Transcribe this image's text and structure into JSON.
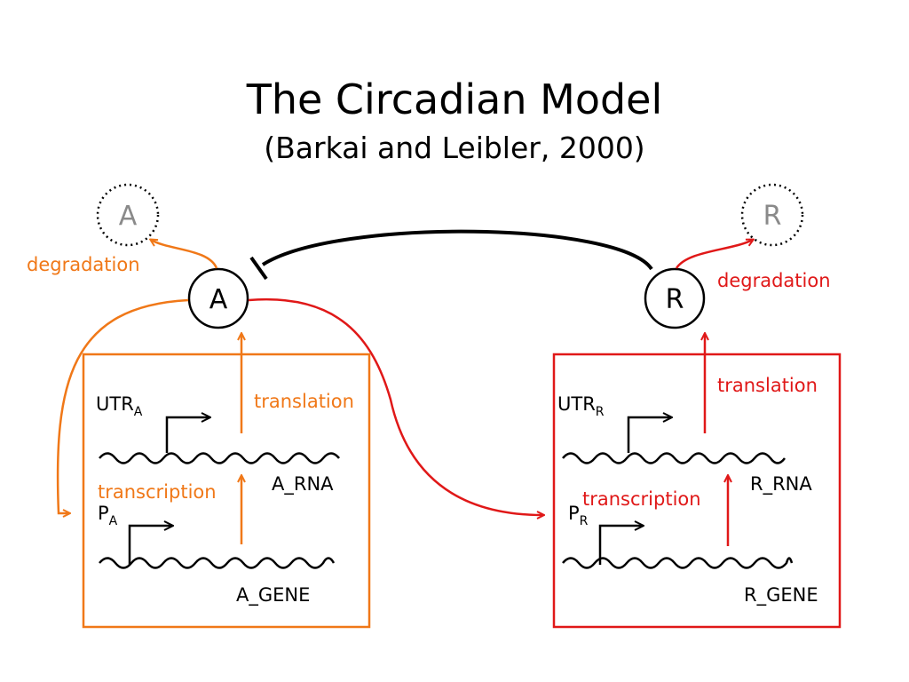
{
  "title": "The Circadian Model",
  "subtitle": "(Barkai and Leibler, 2000)",
  "colors": {
    "activator": "#f07818",
    "repressor": "#e01818",
    "ink": "#000000",
    "ghost": "#8a8a8a"
  },
  "nodes": {
    "a_protein": "A",
    "r_protein": "R",
    "a_degraded": "A",
    "r_degraded": "R"
  },
  "activator_box": {
    "degradation": "degradation",
    "translation": "translation",
    "transcription": "transcription",
    "utr_base": "UTR",
    "utr_sub": "A",
    "promoter_base": "P",
    "promoter_sub": "A",
    "rna": "A_RNA",
    "gene": "A_GENE"
  },
  "repressor_box": {
    "degradation": "degradation",
    "translation": "translation",
    "transcription": "transcription",
    "utr_base": "UTR",
    "utr_sub": "R",
    "promoter_base": "P",
    "promoter_sub": "R",
    "rna": "R_RNA",
    "gene": "R_GENE"
  }
}
